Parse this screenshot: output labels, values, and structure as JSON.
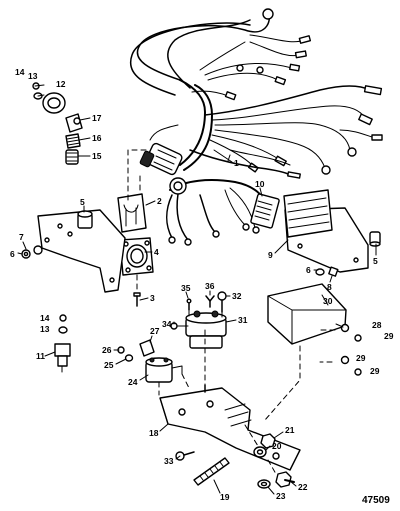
{
  "plate_number": "47509",
  "callouts": [
    {
      "id": "c1",
      "text": "1"
    },
    {
      "id": "c2",
      "text": "2"
    },
    {
      "id": "c3",
      "text": "3"
    },
    {
      "id": "c4",
      "text": "4"
    },
    {
      "id": "c5a",
      "text": "5"
    },
    {
      "id": "c5b",
      "text": "5"
    },
    {
      "id": "c6a",
      "text": "6"
    },
    {
      "id": "c6b",
      "text": "6"
    },
    {
      "id": "c7",
      "text": "7"
    },
    {
      "id": "c8",
      "text": "8"
    },
    {
      "id": "c9",
      "text": "9"
    },
    {
      "id": "c10",
      "text": "10"
    },
    {
      "id": "c11",
      "text": "11"
    },
    {
      "id": "c12",
      "text": "12"
    },
    {
      "id": "c13a",
      "text": "13"
    },
    {
      "id": "c13b",
      "text": "13"
    },
    {
      "id": "c14a",
      "text": "14"
    },
    {
      "id": "c14b",
      "text": "14"
    },
    {
      "id": "c15",
      "text": "15"
    },
    {
      "id": "c16",
      "text": "16"
    },
    {
      "id": "c17",
      "text": "17"
    },
    {
      "id": "c18",
      "text": "18"
    },
    {
      "id": "c19",
      "text": "19"
    },
    {
      "id": "c20",
      "text": "20"
    },
    {
      "id": "c21",
      "text": "21"
    },
    {
      "id": "c22",
      "text": "22"
    },
    {
      "id": "c23",
      "text": "23"
    },
    {
      "id": "c24",
      "text": "24"
    },
    {
      "id": "c25",
      "text": "25"
    },
    {
      "id": "c26",
      "text": "26"
    },
    {
      "id": "c27",
      "text": "27"
    },
    {
      "id": "c28",
      "text": "28"
    },
    {
      "id": "c29a",
      "text": "29"
    },
    {
      "id": "c29b",
      "text": "29"
    },
    {
      "id": "c29c",
      "text": "29"
    },
    {
      "id": "c30",
      "text": "30"
    },
    {
      "id": "c31",
      "text": "31"
    },
    {
      "id": "c32",
      "text": "32"
    },
    {
      "id": "c33",
      "text": "33"
    },
    {
      "id": "c34",
      "text": "34"
    },
    {
      "id": "c35",
      "text": "35"
    },
    {
      "id": "c36",
      "text": "36"
    }
  ]
}
